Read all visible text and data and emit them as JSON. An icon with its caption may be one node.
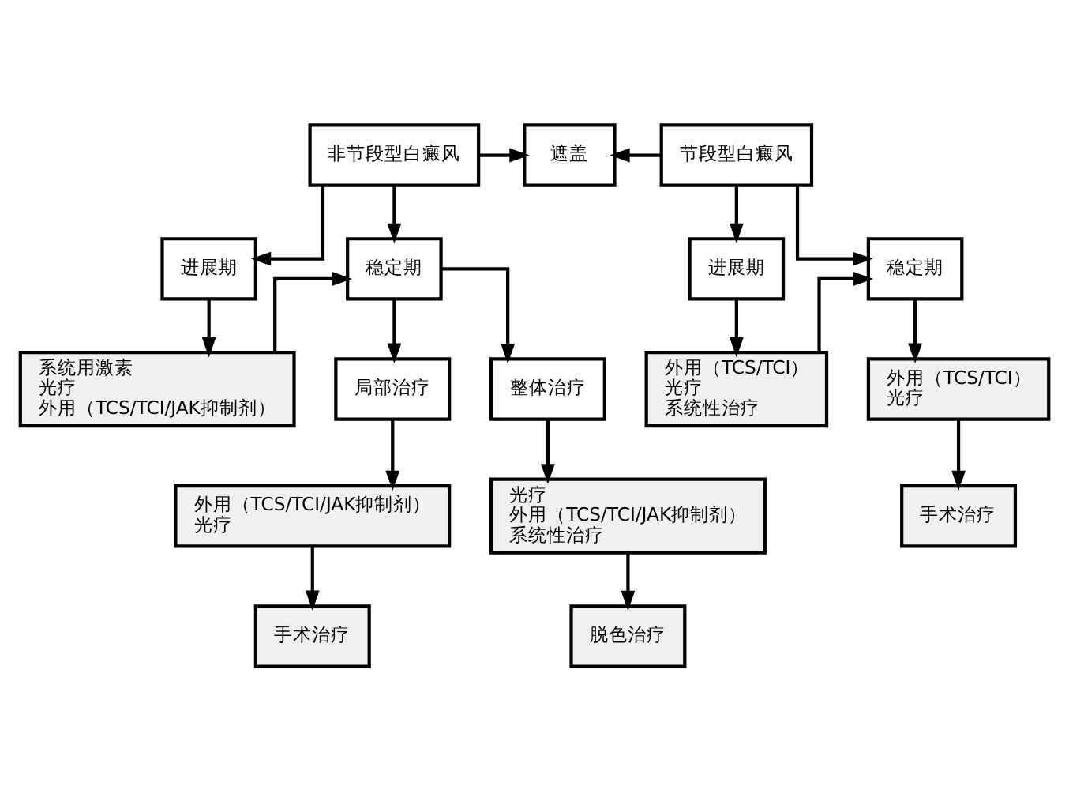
{
  "diagram": {
    "nodes": [
      {
        "text": [
          "非节段型白癜风"
        ]
      },
      {
        "text": [
          "遮盖"
        ]
      },
      {
        "text": [
          "节段型白癜风"
        ]
      },
      {
        "text": [
          "进展期"
        ]
      },
      {
        "text": [
          "稳定期"
        ]
      },
      {
        "text": [
          "系统用激素",
          "光疗",
          "外用（TCS/TCI/JAK抑制剂）"
        ]
      },
      {
        "text": [
          "进展期"
        ]
      },
      {
        "text": [
          "稳定期"
        ]
      },
      {
        "text": [
          "外用（TCS/TCI）",
          "光疗",
          "系统性治疗"
        ]
      },
      {
        "text": [
          "外用（TCS/TCI）",
          "光疗"
        ]
      },
      {
        "text": [
          "局部治疗"
        ]
      },
      {
        "text": [
          "整体治疗"
        ]
      },
      {
        "text": [
          "手术治疗"
        ]
      },
      {
        "text": [
          "外用（TCS/TCI/JAK抑制剂）",
          "光疗"
        ]
      },
      {
        "text": [
          "光疗",
          "外用（TCS/TCI/JAK抑制剂）",
          "系统性治疗"
        ]
      },
      {
        "text": [
          "手术治疗"
        ]
      },
      {
        "text": [
          "脱色治疗"
        ]
      }
    ],
    "edges": [
      {
        "from": 0,
        "to": 1,
        "arrow": "to"
      },
      {
        "from": 2,
        "to": 1,
        "arrow": "to"
      },
      {
        "from": 0,
        "to": 3,
        "arrow": "to"
      },
      {
        "from": 0,
        "to": 4,
        "arrow": "to"
      },
      {
        "from": 3,
        "to": 5,
        "arrow": "to"
      },
      {
        "from": 5,
        "to": 4,
        "arrow": "to"
      },
      {
        "from": 4,
        "to": 10,
        "arrow": "to"
      },
      {
        "from": 4,
        "to": 11,
        "arrow": "to"
      },
      {
        "from": 2,
        "to": 6,
        "arrow": "to"
      },
      {
        "from": 2,
        "to": 7,
        "arrow": "to"
      },
      {
        "from": 6,
        "to": 8,
        "arrow": "to"
      },
      {
        "from": 8,
        "to": 7,
        "arrow": "to"
      },
      {
        "from": 7,
        "to": 9,
        "arrow": "to"
      },
      {
        "from": 9,
        "to": 12,
        "arrow": "to"
      },
      {
        "from": 10,
        "to": 13,
        "arrow": "to"
      },
      {
        "from": 11,
        "to": 14,
        "arrow": "to"
      },
      {
        "from": 13,
        "to": 15,
        "arrow": "to"
      },
      {
        "from": 14,
        "to": 16,
        "arrow": "to"
      }
    ]
  }
}
